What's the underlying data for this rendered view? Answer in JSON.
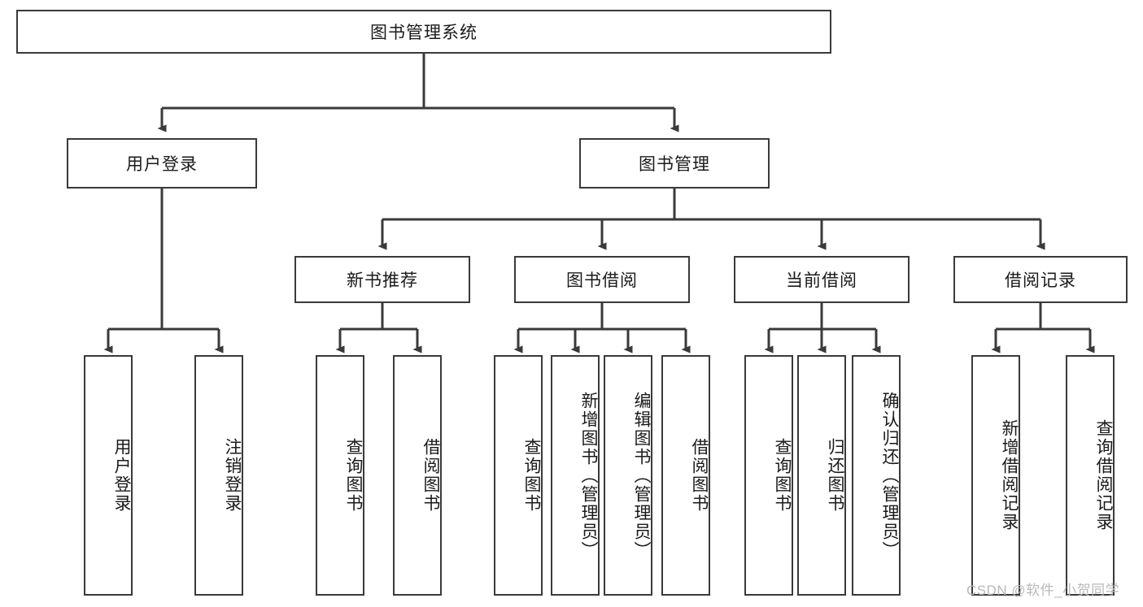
{
  "diagram": {
    "title": "图书管理系统",
    "watermark": "CSDN @软件_小贺同学",
    "colors": {
      "box_border": "#3a3a3a",
      "box_fill": "#ffffff",
      "edge": "#3a3a3a",
      "text": "#1a1a1a",
      "watermark": "#b9b9b9"
    },
    "root": {
      "label": "图书管理系统"
    },
    "level2": [
      {
        "label": "用户登录"
      },
      {
        "label": "图书管理"
      }
    ],
    "level3": [
      {
        "label": "新书推荐"
      },
      {
        "label": "图书借阅"
      },
      {
        "label": "当前借阅"
      },
      {
        "label": "借阅记录"
      }
    ],
    "leaves": {
      "user_login": [
        {
          "label": "用户登录"
        },
        {
          "label": "注销登录"
        }
      ],
      "new_book": [
        {
          "label": "查询图书"
        },
        {
          "label": "借阅图书"
        }
      ],
      "book_borrow": [
        {
          "label": "查询图书"
        },
        {
          "label": "新增图书（管理员）"
        },
        {
          "label": "编辑图书（管理员）"
        },
        {
          "label": "借阅图书"
        }
      ],
      "current_borrow": [
        {
          "label": "查询图书"
        },
        {
          "label": "归还图书"
        },
        {
          "label": "确认归还（管理员）"
        }
      ],
      "borrow_record": [
        {
          "label": "新增借阅记录"
        },
        {
          "label": "查询借阅记录"
        }
      ]
    }
  }
}
